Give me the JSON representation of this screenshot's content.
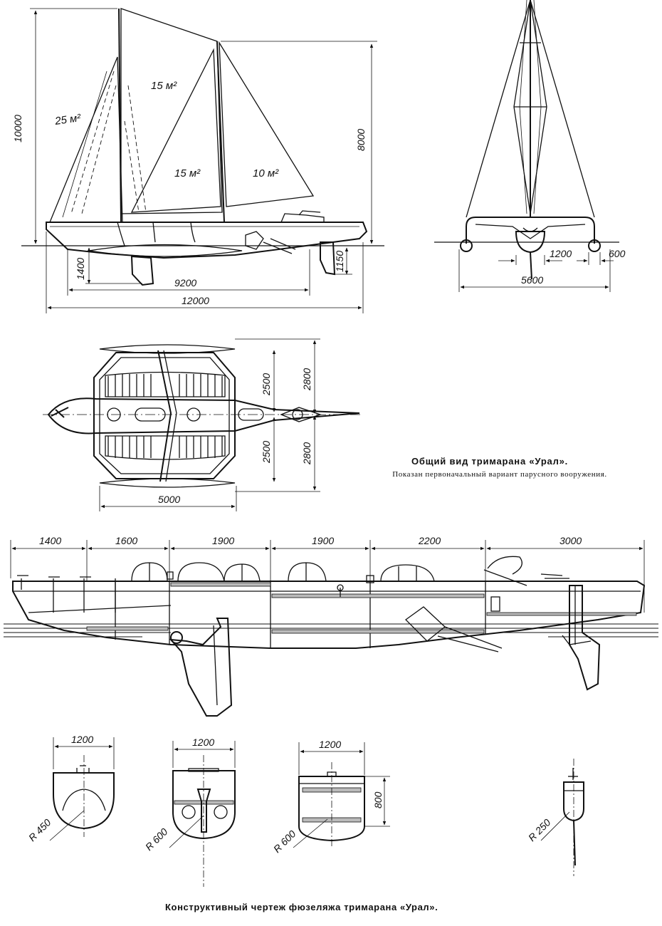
{
  "side_view": {
    "sail_areas": [
      "15 м²",
      "25 м²",
      "15 м²",
      "10 м²"
    ],
    "dims": [
      "10000",
      "8000",
      "1400",
      "1150",
      "9200",
      "12000"
    ]
  },
  "front_view": {
    "dims": [
      "1200",
      "600",
      "5600"
    ]
  },
  "plan_view": {
    "dims": [
      "2500",
      "2500",
      "2800",
      "2800",
      "5000"
    ]
  },
  "captions": {
    "general_title": "Общий вид тримарана «Урал».",
    "general_note": "Показан первоначальный вариант парусного вооружения.",
    "construct_title": "Конструктивный чертеж фюзеляжа тримарана «Урал»."
  },
  "fuselage": {
    "segments": [
      "1400",
      "1600",
      "1900",
      "1900",
      "2200",
      "3000"
    ]
  },
  "sections": [
    {
      "width": "1200",
      "radius": "R 450"
    },
    {
      "width": "1200",
      "radius": "R 600"
    },
    {
      "width": "1200",
      "radius": "R 600",
      "height": "800"
    },
    {
      "radius": "R 250"
    }
  ]
}
